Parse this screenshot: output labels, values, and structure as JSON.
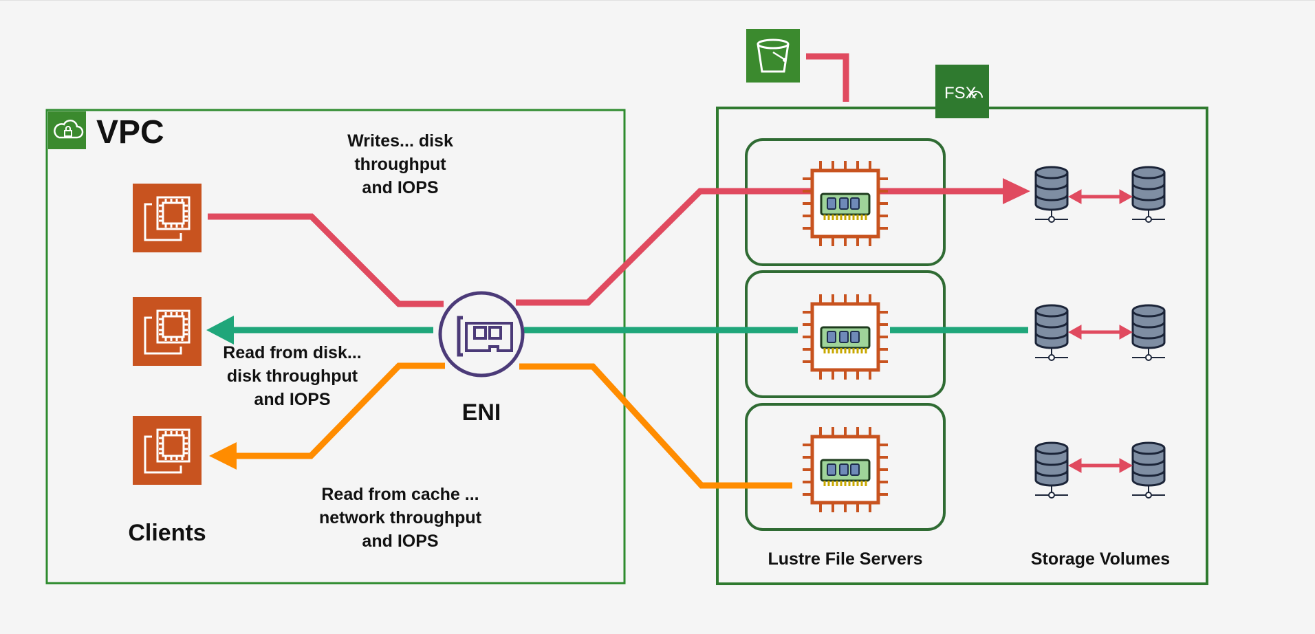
{
  "vpc": {
    "title": "VPC"
  },
  "labels": {
    "writes": [
      "Writes... disk",
      "throughput",
      "and IOPS"
    ],
    "read_disk": [
      "Read from disk...",
      "disk throughput",
      "and IOPS"
    ],
    "read_cache": [
      "Read from cache ...",
      "network throughput",
      "and IOPS"
    ],
    "eni": "ENI",
    "clients": "Clients",
    "lustre": "Lustre File Servers",
    "storage": "Storage Volumes"
  },
  "fsx": {
    "logo_text": "FSX"
  },
  "colors": {
    "vpc_border": "#2e8b2e",
    "fsx_border": "#2f7a2f",
    "server_border": "#2f6b33",
    "write": "#e04a5f",
    "read_disk": "#1fa67a",
    "read_cache": "#ff8c00",
    "ec2": "#c8531f",
    "eni": "#4b3a78",
    "chip": "#c8531f",
    "db": "#7f8ea3",
    "aws_green": "#3b8a2e"
  },
  "icons": [
    "vpc-cloud-lock-icon",
    "ec2-instance-icon",
    "eni-icon",
    "s3-bucket-icon",
    "fsx-lustre-icon",
    "cpu-chip-icon",
    "memory-icon",
    "database-icon"
  ]
}
